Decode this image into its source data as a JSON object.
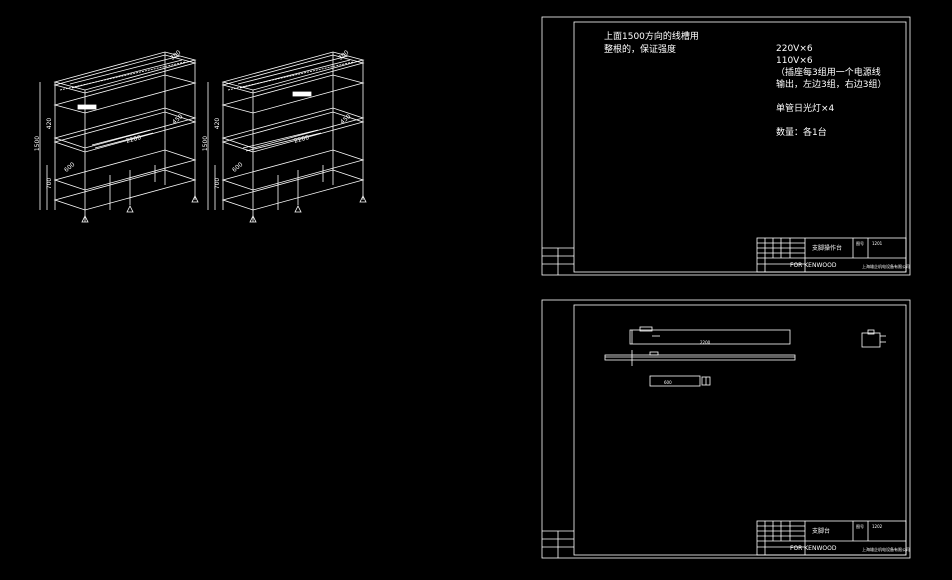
{
  "sheet1": {
    "notes_left": [
      "上面1500方向的线槽用",
      "整根的，保证强度"
    ],
    "notes_right": [
      "220V×6",
      "110V×6",
      "（插座每3组用一个电源线",
      "输出，左边3组，右边3组）",
      "",
      "单管日光灯×4",
      "",
      "数量：各1台"
    ],
    "title": "支脚操作台",
    "code_label": "图号",
    "code": "1201",
    "client": "FOR KENWOOD",
    "company": "上海雄企机电设备有限公司"
  },
  "sheet2": {
    "title": "支脚台",
    "code_label": "图号",
    "code": "1202",
    "client": "FOR KENWOOD",
    "company": "上海雄企机电设备有限公司",
    "dim_main": "2200",
    "dim_part": "600"
  },
  "drawing_dims": {
    "height_total": "1500",
    "height_upper": "420",
    "height_lower": "700",
    "depth": "450",
    "width": "2200",
    "top_depth": "300",
    "side": "600"
  },
  "colors": {
    "line": "#ffffff",
    "background": "#000000"
  }
}
